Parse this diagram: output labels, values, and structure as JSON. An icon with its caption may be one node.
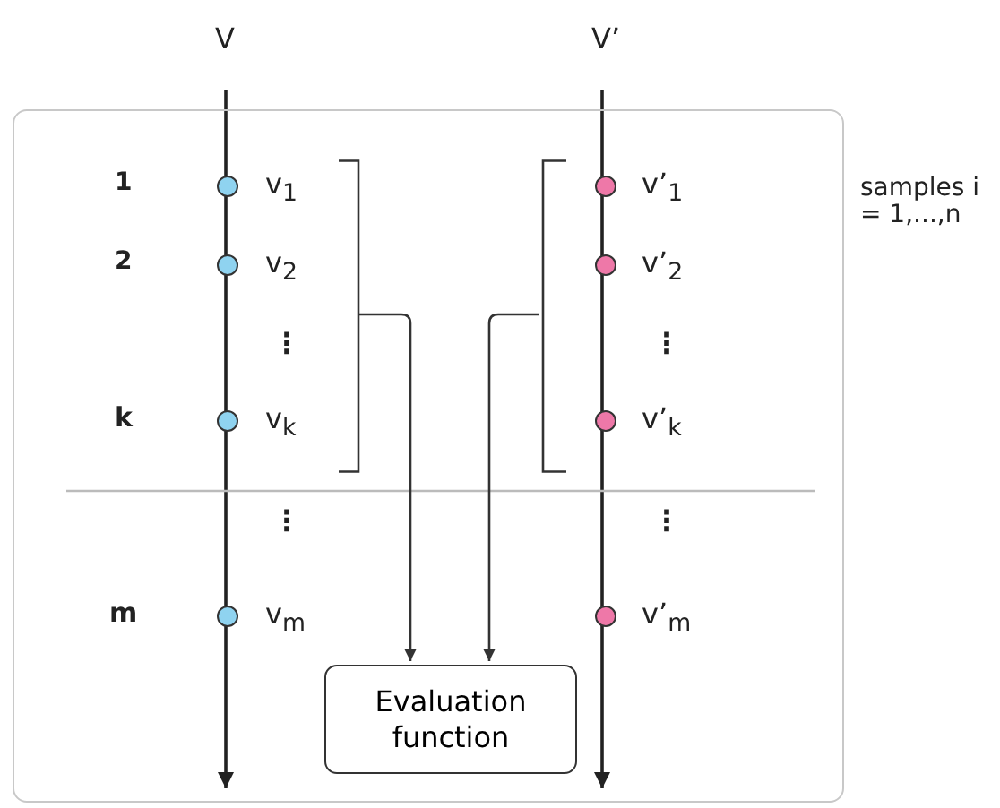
{
  "diagram": {
    "nodes": [
      {
        "text": [
          "samples i = 1,...,n"
        ]
      },
      {
        "text": [],
        "shape": "circle",
        "in": 0,
        "beside": [
          "v$_{1}$"
        ]
      },
      {
        "text": [],
        "shape": "circle",
        "in": 0,
        "beside": [
          "v’$_{1}$"
        ]
      },
      {
        "text": [],
        "shape": "circle",
        "in": 0,
        "beside": [
          "v$_{2}$"
        ]
      },
      {
        "text": [],
        "shape": "circle",
        "in": 0,
        "beside": [
          "v’$_{2}$"
        ]
      },
      {
        "text": [],
        "shape": "circle",
        "in": 0,
        "beside": [
          "v$_{k}$"
        ]
      },
      {
        "text": [],
        "shape": "circle",
        "in": 0,
        "beside": [
          "v’$_{k}$"
        ]
      },
      {
        "text": [],
        "shape": "circle",
        "in": 0,
        "beside": [
          "v$_{m}$"
        ]
      },
      {
        "text": [],
        "shape": "circle",
        "in": 0,
        "beside": [
          "v’$_{m}$"
        ]
      },
      {
        "text": [],
        "shape": "bracket",
        "in": 0
      },
      {
        "text": [],
        "shape": "bracket",
        "in": 0
      },
      {
        "text": [
          "Evaluation function"
        ],
        "in": 0
      }
    ],
    "edges": [
      {
        "from": 9,
        "to": 11,
        "arrow": "to"
      },
      {
        "from": 10,
        "to": 11,
        "arrow": "to"
      }
    ],
    "labels": [
      "V",
      "V’",
      "1",
      "2",
      "⋮",
      "⋮",
      "k",
      "⋮",
      "⋮",
      "m"
    ]
  }
}
